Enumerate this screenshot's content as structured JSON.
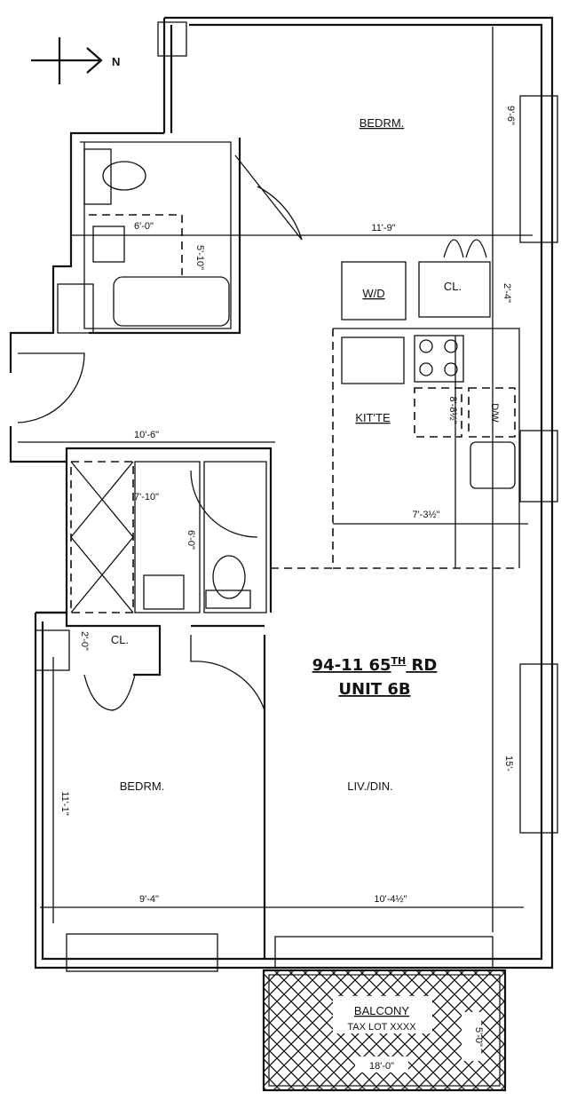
{
  "compass": {
    "label": "N"
  },
  "address": {
    "line1": "94-11 65",
    "line1_sup": "TH",
    "line1_end": " RD",
    "line2": "UNIT 6B"
  },
  "rooms": {
    "bedroom_top": "BEDRM.",
    "bedroom_bottom": "BEDRM.",
    "washer_dryer": "W/D",
    "closet_top": "CL.",
    "closet_bottom": "CL.",
    "kitchenette": "KIT'TE",
    "dishwasher": "D/W",
    "living_dining": "LIV./DIN.",
    "balcony": "BALCONY",
    "tax_lot": "TAX LOT XXXX"
  },
  "dimensions": {
    "bedroom_top_depth": "9'-6\"",
    "bedroom_top_width": "11'-9\"",
    "bath_top_width": "6'-0\"",
    "bath_top_depth": "5'-10\"",
    "closet_top": "2'-4\"",
    "kitchen_counter": "8'-8½\"",
    "kitchen_width": "7'-3½\"",
    "foyer_width": "10'-6\"",
    "bath_bottom_width": "7'-10\"",
    "bath_bottom_depth": "6'-0\"",
    "closet_bottom": "2'-0\"",
    "bedroom_bottom_depth": "11'-1\"",
    "bedroom_bottom_width": "9'-4\"",
    "living_depth": "15'-",
    "living_width": "10'-4½\"",
    "balcony_width": "18'-0\"",
    "balcony_depth": "5'-0\""
  }
}
